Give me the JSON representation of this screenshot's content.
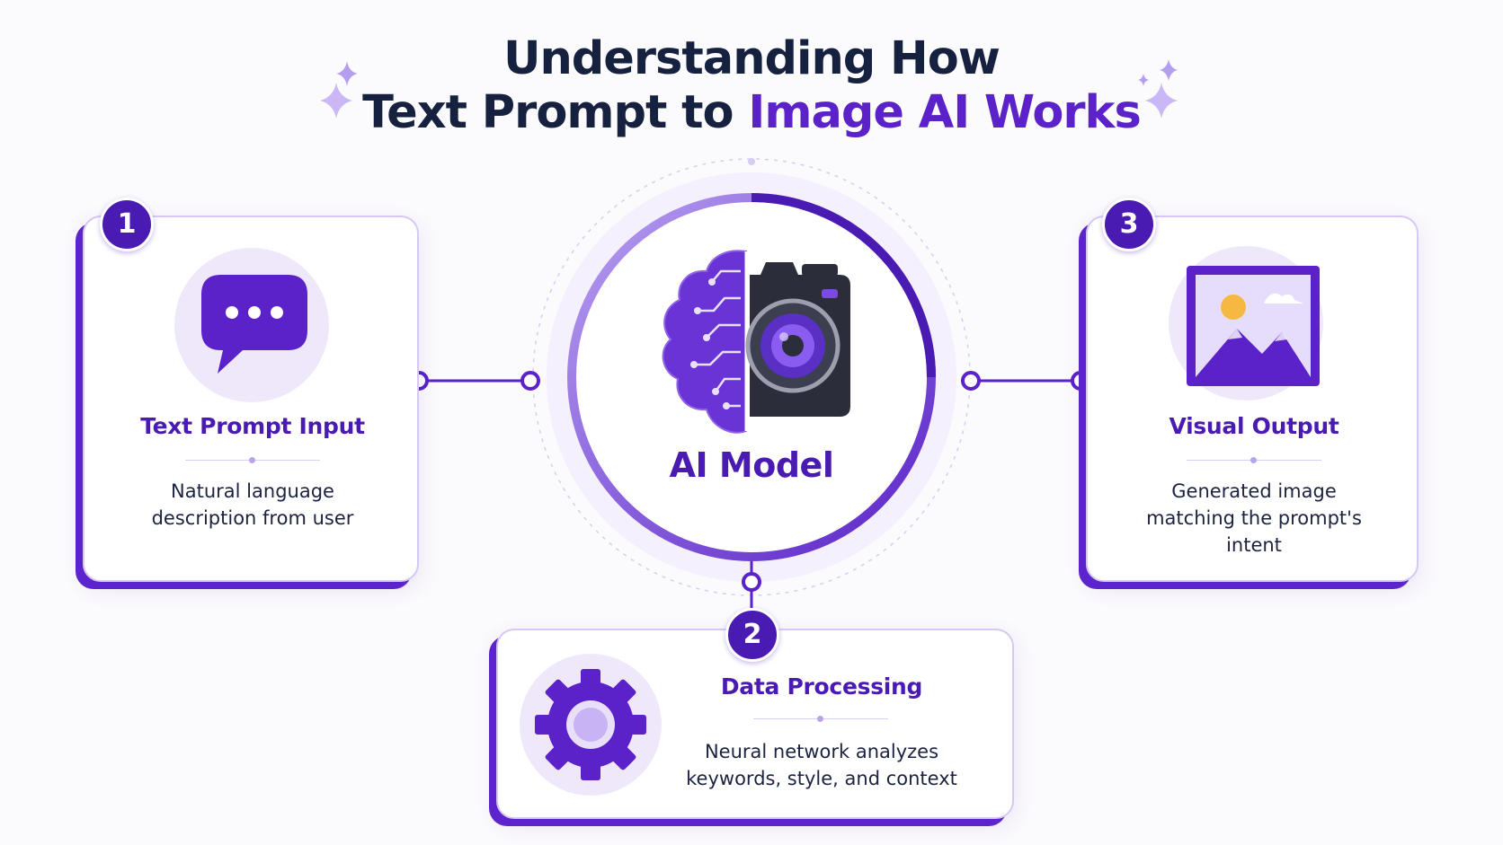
{
  "title": {
    "line1": "Understanding How",
    "line2_plain": "Text Prompt to ",
    "line2_highlight": "Image AI Works"
  },
  "center": {
    "label": "AI Model",
    "icons": [
      "brain-circuit-icon",
      "camera-icon"
    ]
  },
  "steps": [
    {
      "number": "1",
      "title": "Text Prompt Input",
      "description": "Natural language description from user",
      "icon": "chat-bubble-icon"
    },
    {
      "number": "2",
      "title": "Data Processing",
      "description": "Neural network analyzes keywords, style, and context",
      "icon": "gear-icon"
    },
    {
      "number": "3",
      "title": "Visual Output",
      "description": "Generated image matching the prompt's intent",
      "icon": "image-icon"
    }
  ],
  "colors": {
    "primary": "#4a1bb3",
    "accent": "#5a22c8",
    "light": "#efe8fb",
    "title": "#16203f"
  }
}
